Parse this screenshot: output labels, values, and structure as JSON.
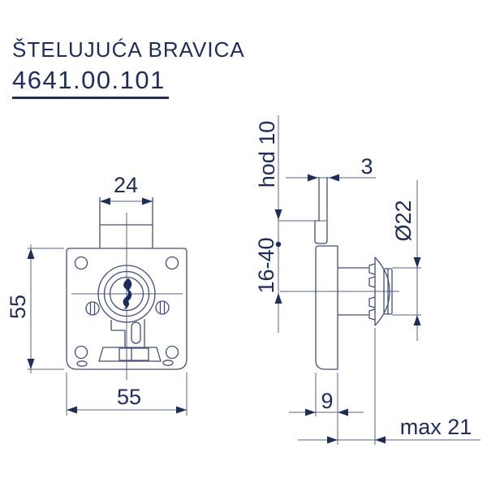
{
  "title": {
    "product_name": "ŠTELUJUĆA BRAVICA",
    "part_number": "4641.00.101"
  },
  "colors": {
    "ink": "#1c2d5e",
    "outline": "#424f7d",
    "thin_line": "#55618c",
    "background": "#ffffff"
  },
  "views": {
    "front": {
      "label": "front-view-of-lock-plate",
      "dimensions": {
        "boss_width": "24",
        "plate_height": "55",
        "plate_width": "55"
      }
    },
    "side": {
      "label": "side-view-of-lock",
      "dimensions": {
        "cam_thickness": "3",
        "stroke": "hod 10",
        "mount_range": "16-40",
        "cylinder_diameter": "Ø22",
        "body_depth": "9",
        "max_panel_thickness": "max 21"
      }
    }
  }
}
